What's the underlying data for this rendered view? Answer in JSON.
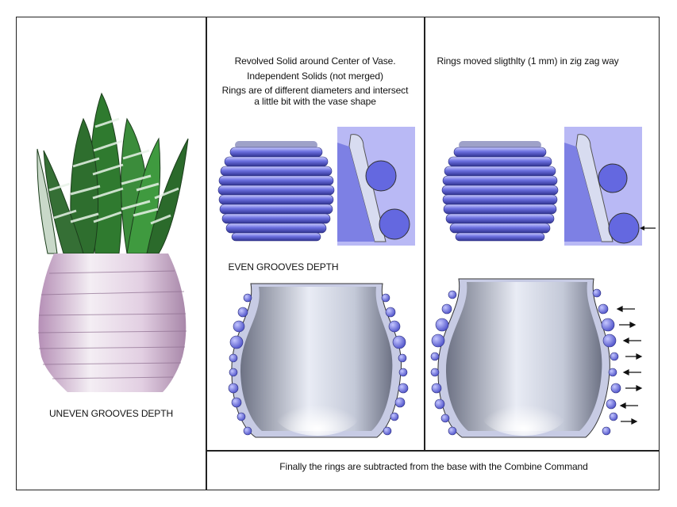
{
  "panel_left": {
    "caption": "UNEVEN GROOVES DEPTH"
  },
  "panel_middle": {
    "notes": [
      "Revolved Solid around Center of Vase.",
      "Independent Solids (not merged)",
      "Rings are of different diameters and  intersect",
      "a little bit with the vase shape"
    ],
    "caption": "EVEN GROOVES DEPTH"
  },
  "panel_right": {
    "note": "Rings moved sligthlty (1 mm) in zig zag way"
  },
  "footer": {
    "text": "Finally the rings are subtracted from the base with the Combine Command"
  },
  "colors": {
    "frame": "#222222",
    "ring_blue": "#5b5fd6",
    "detail_bg": "#b9b9f5",
    "vase_grey": "#9aa0b4",
    "pot_pink": "#d9bfd9",
    "leaf_green": "#2f7a2f"
  }
}
